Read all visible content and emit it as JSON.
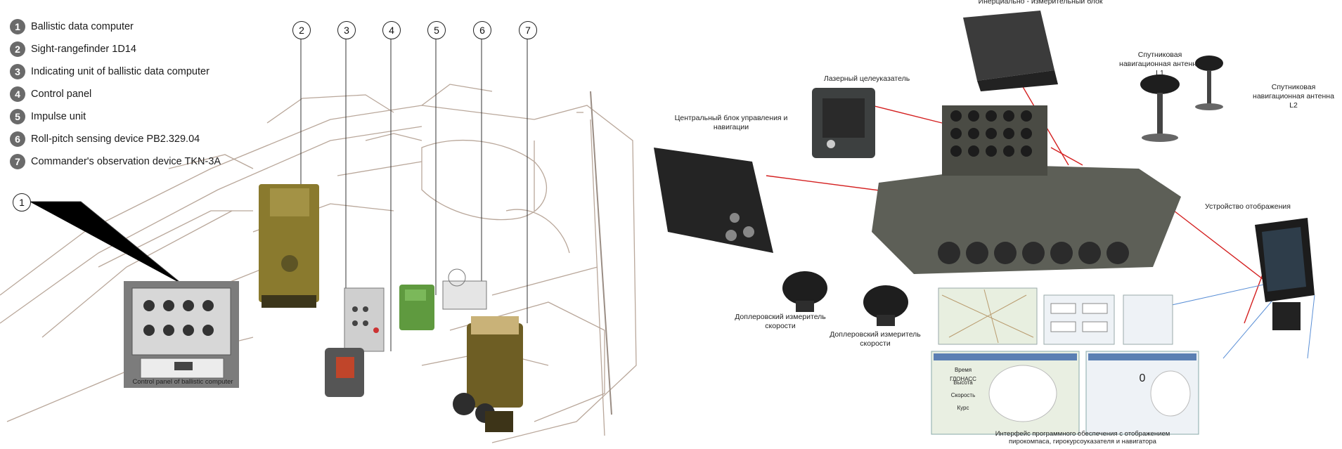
{
  "left": {
    "legend": [
      {
        "num": "1",
        "text": "Ballistic data computer"
      },
      {
        "num": "2",
        "text": "Sight-rangefinder 1D14"
      },
      {
        "num": "3",
        "text": "Indicating unit of ballistic data computer"
      },
      {
        "num": "4",
        "text": "Control panel"
      },
      {
        "num": "5",
        "text": "Impulse unit"
      },
      {
        "num": "6",
        "text": "Roll-pitch sensing device PB2.329.04"
      },
      {
        "num": "7",
        "text": "Commander's observation device TKN-3A"
      }
    ],
    "callouts": [
      "1",
      "2",
      "3",
      "4",
      "5",
      "6",
      "7"
    ],
    "inset_caption": "Control panel of ballistic computer"
  },
  "right": {
    "labels": {
      "imu": "Инерциально - измерительный блок",
      "laser": "Лазерный целеуказатель",
      "central": "Центральный блок управления и навигации",
      "gnss_l1": "Спутниковая навигационная антенна L1",
      "gnss_l2": "Спутниковая навигационная антенна L2",
      "display": "Устройство отображения",
      "doppler1": "Доплеровский измеритель скорости",
      "doppler2": "Доплеровский измеритель скорости",
      "software": "Интерфейс программного обеспечения с отображением пирокомпаса, гирокурсоуказателя и навигатора"
    },
    "screen": {
      "glonass": "Время ГЛОНАСС",
      "height": "Высота",
      "speed": "Скорость",
      "course": "Курс",
      "zero": "0"
    },
    "colors": {
      "leader": "#d42020",
      "tank": "#5d5f57",
      "olive": "#8a7a2e"
    }
  }
}
